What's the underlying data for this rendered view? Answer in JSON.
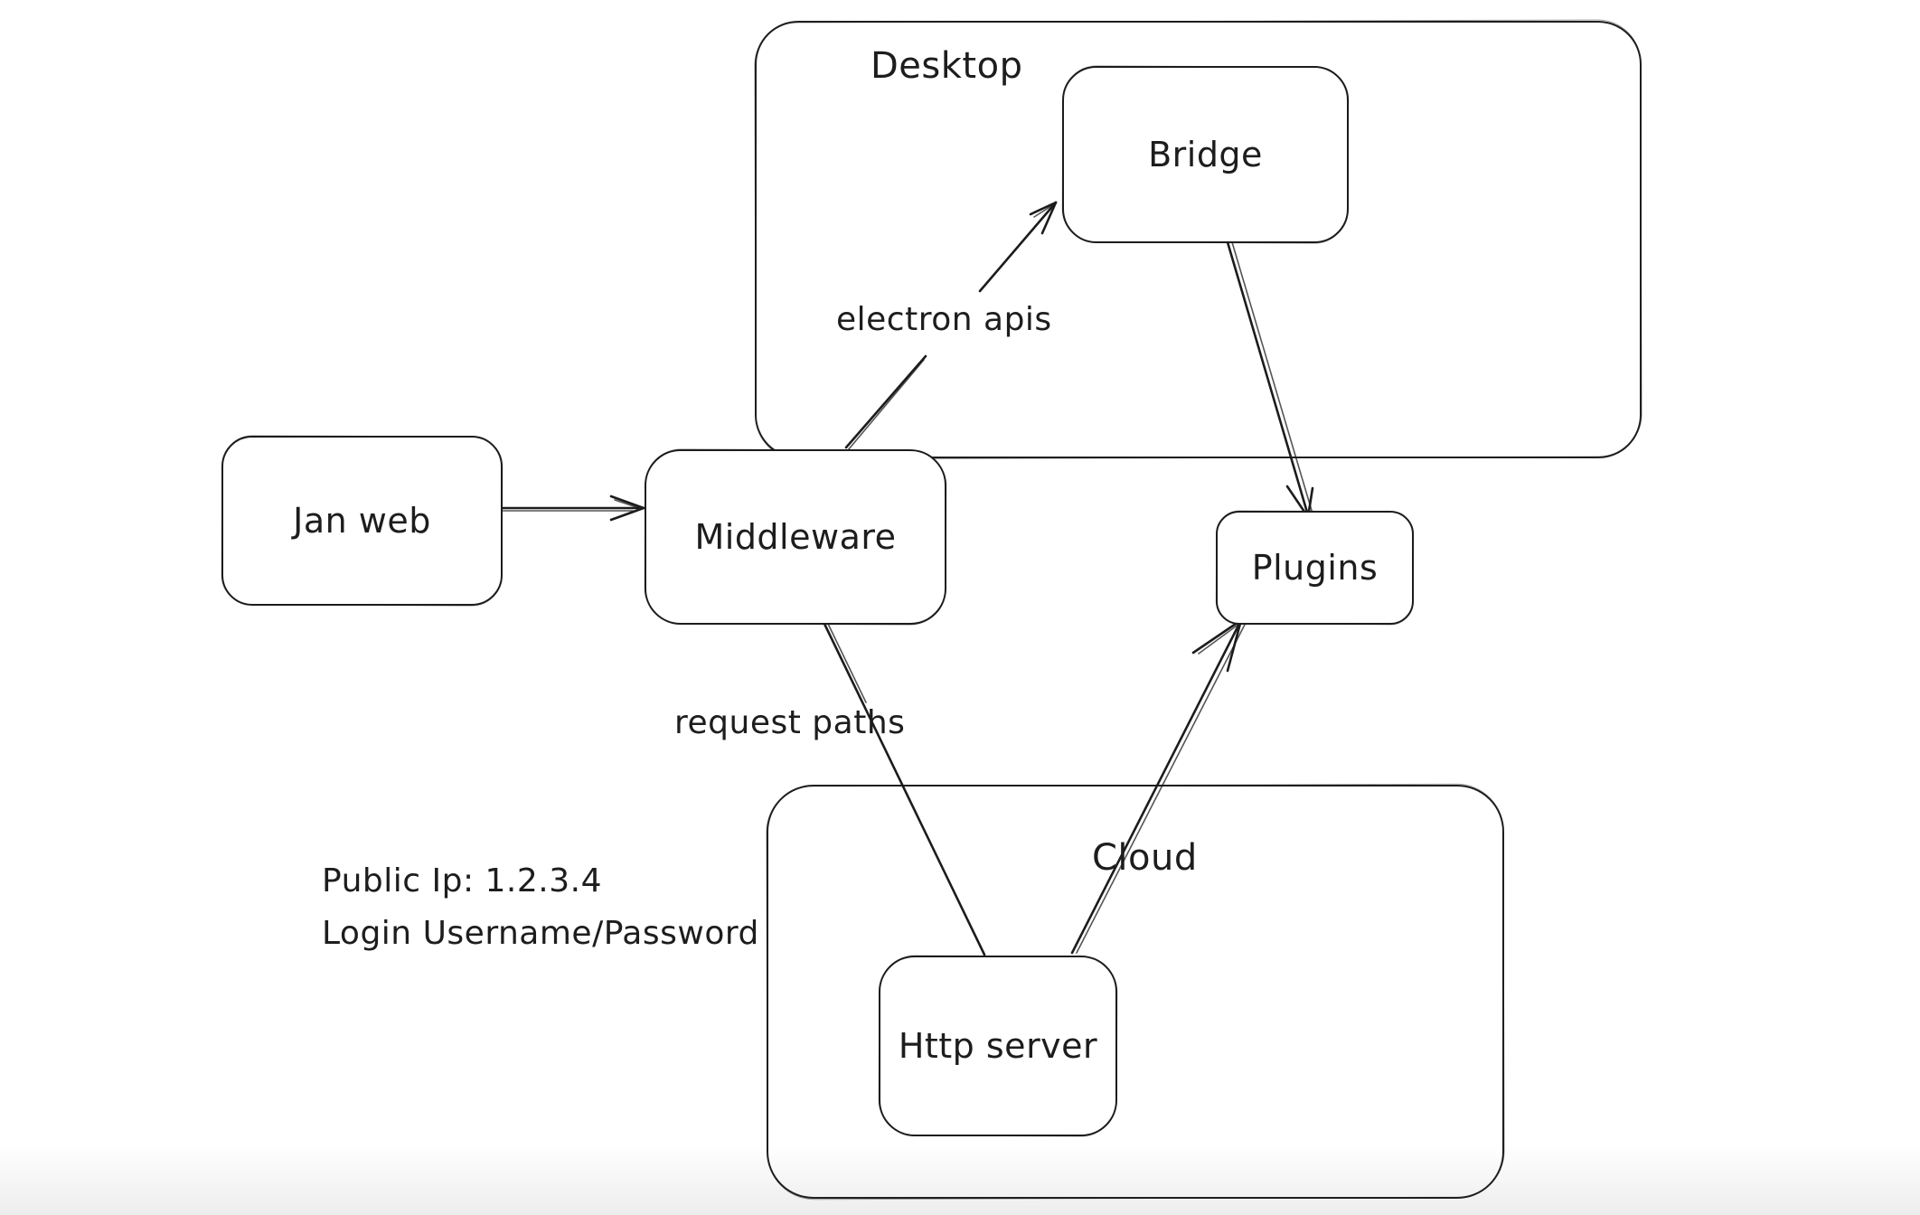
{
  "canvas": {
    "background": "#ffffff",
    "ink": "#1c1c1c"
  },
  "containers": {
    "desktop": {
      "label": "Desktop"
    },
    "cloud": {
      "label": "Cloud"
    }
  },
  "nodes": {
    "jan_web": {
      "label": "Jan web"
    },
    "bridge": {
      "label": "Bridge"
    },
    "middleware": {
      "label": "Middleware"
    },
    "plugins": {
      "label": "Plugins"
    },
    "http_server": {
      "label": "Http server"
    }
  },
  "edges": {
    "janweb_to_middleware": {
      "from": "Jan web",
      "to": "Middleware",
      "label": ""
    },
    "middleware_to_bridge": {
      "from": "Middleware",
      "to": "Bridge",
      "label": "electron apis"
    },
    "bridge_to_plugins": {
      "from": "Bridge",
      "to": "Plugins",
      "label": ""
    },
    "middleware_to_httpserver": {
      "from": "Middleware",
      "to": "Http server",
      "label": "request paths"
    },
    "httpserver_to_plugins": {
      "from": "Http server",
      "to": "Plugins",
      "label": ""
    }
  },
  "annotations": {
    "public_ip": "Public Ip: 1.2.3.4",
    "login": "Login Username/Password"
  }
}
